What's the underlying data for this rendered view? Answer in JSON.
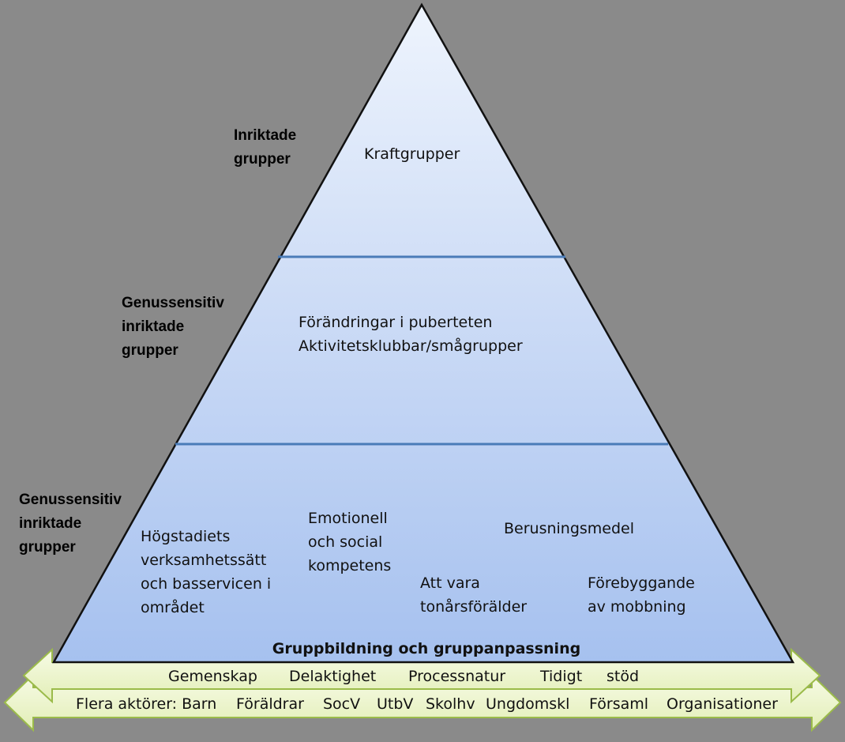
{
  "tiers": {
    "top": {
      "side_label": "Inriktade\ngrupper",
      "content": "Kraftgrupper"
    },
    "middle": {
      "side_label": "Genussensitiv\ninriktade\ngrupper",
      "content": "Förändringar i puberteten\nAktivitetsklubbar/smågrupper"
    },
    "bottom": {
      "side_label": "Genussensitiv\ninriktade\ngrupper",
      "items": [
        "Högstadiets\nverksamhetssätt\noch basservicen i\nområdet",
        "Emotionell\noch social\nkompetens",
        "Berusningsmedel",
        "Att vara\ntonårsförälder",
        "Förebyggande\nav mobbning"
      ],
      "base_text": "Gruppbildning  och gruppanpassning"
    }
  },
  "arrows": {
    "upper": {
      "words": [
        "Gemenskap",
        "Delaktighet",
        "Processnatur",
        "Tidigt",
        "stöd"
      ]
    },
    "lower": {
      "words": [
        "Flera aktörer: Barn",
        "Föräldrar",
        "SocV",
        "UtbV",
        "Skolhv",
        "Ungdomskl",
        "Församl",
        "Organisationer"
      ]
    }
  },
  "colors": {
    "background": "#8a8a8a",
    "pyramid_top": "#eaf1fc",
    "pyramid_bottom": "#a9c4f0",
    "pyramid_outline": "#111111",
    "tier_divider": "#4a7cb8",
    "arrow_fill": "#edf5c9",
    "arrow_outline": "#9bbb4a"
  }
}
